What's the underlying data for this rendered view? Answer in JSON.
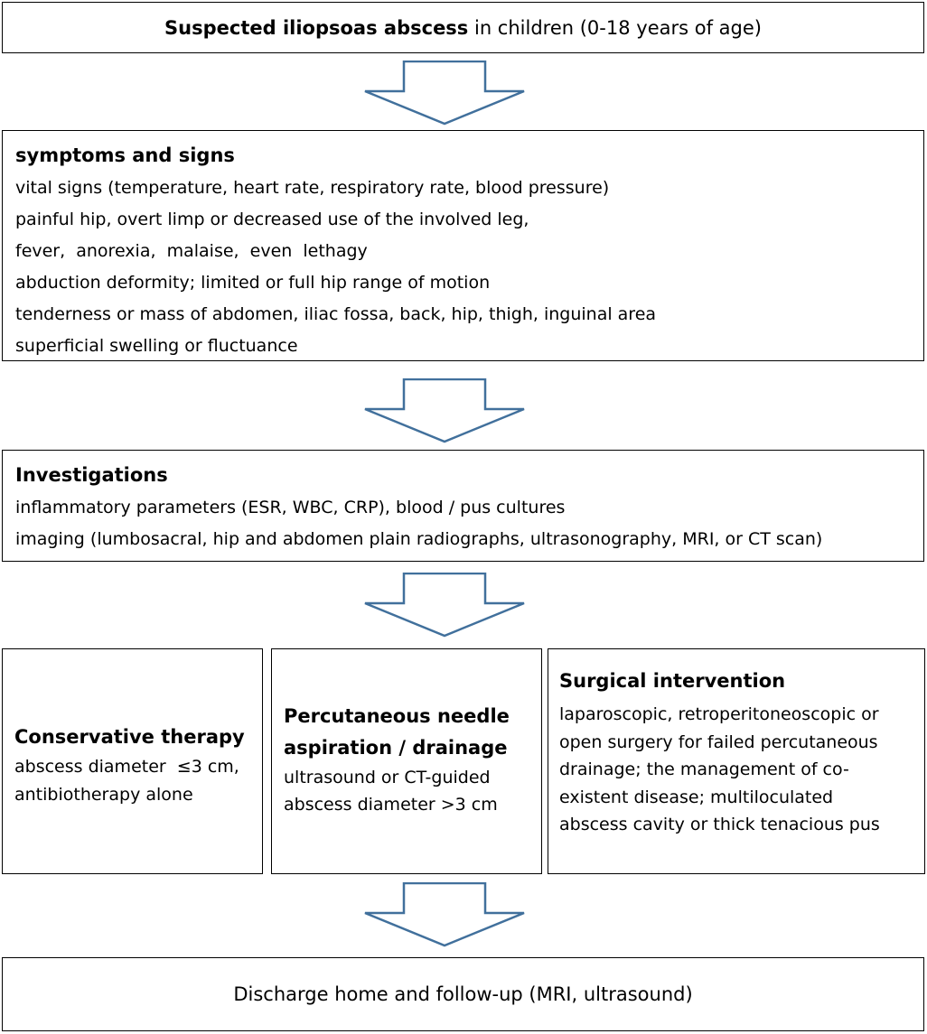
{
  "top_box": {
    "bold": "Suspected iliopsoas abscess",
    "rest": " in children (0-18 years of age)"
  },
  "symptoms": {
    "heading": "symptoms and signs",
    "lines": [
      "vital signs (temperature, heart rate, respiratory rate, blood pressure)",
      "painful hip, overt limp or decreased use of the involved leg,",
      "fever,  anorexia,  malaise,  even  lethagy",
      "abduction deformity; limited or full hip range of motion",
      "tenderness or mass of abdomen, iliac fossa, back, hip, thigh, inguinal area",
      "superficial swelling or fluctuance"
    ]
  },
  "investigations": {
    "heading": "Investigations",
    "lines": [
      "inflammatory parameters (ESR, WBC, CRP), blood / pus cultures",
      "imaging (lumbosacral, hip and abdomen plain radiographs, ultrasonography, MRI, or CT scan)"
    ]
  },
  "conservative": {
    "heading": "Conservative therapy",
    "lines": [
      "abscess diameter  ≤3 cm,",
      "antibiotherapy alone"
    ]
  },
  "percutaneous": {
    "heading_lines": [
      "Percutaneous needle",
      "aspiration / drainage"
    ],
    "lines": [
      "ultrasound or CT-guided",
      "abscess diameter >3 cm"
    ]
  },
  "surgical": {
    "heading": "Surgical intervention",
    "lines": [
      "laparoscopic, retroperitoneoscopic or",
      "open surgery for failed percutaneous",
      "drainage; the management of co-",
      "existent disease; multiloculated",
      "abscess cavity or thick tenacious pus"
    ]
  },
  "bottom_box": {
    "text": "Discharge home and follow-up (MRI, ultrasound)"
  },
  "colors": {
    "arrow_stroke": "#41709c",
    "border": "#000000"
  },
  "icons": [
    "down-arrow-icon"
  ]
}
